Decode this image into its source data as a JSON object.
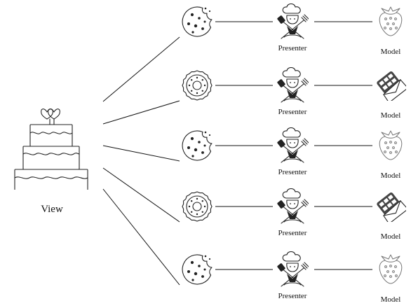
{
  "view": {
    "label": "View",
    "icon": "layered-cake-icon"
  },
  "rows": [
    {
      "cookie_icon": "bitten-cookie-icon",
      "presenter_label": "Presenter",
      "presenter_icon": "chef-icon",
      "model_label": "Model",
      "model_icon": "strawberry-icon"
    },
    {
      "cookie_icon": "round-biscuit-icon",
      "presenter_label": "Presenter",
      "presenter_icon": "chef-icon",
      "model_label": "Model",
      "model_icon": "waffle-icon"
    },
    {
      "cookie_icon": "bitten-cookie-icon",
      "presenter_label": "Presenter",
      "presenter_icon": "chef-icon",
      "model_label": "Model",
      "model_icon": "strawberry-icon"
    },
    {
      "cookie_icon": "round-biscuit-icon",
      "presenter_label": "Presenter",
      "presenter_icon": "chef-icon",
      "model_label": "Model",
      "model_icon": "waffle-icon"
    },
    {
      "cookie_icon": "bitten-cookie-icon",
      "presenter_label": "Presenter",
      "presenter_icon": "chef-icon",
      "model_label": "Model",
      "model_icon": "strawberry-icon"
    }
  ]
}
